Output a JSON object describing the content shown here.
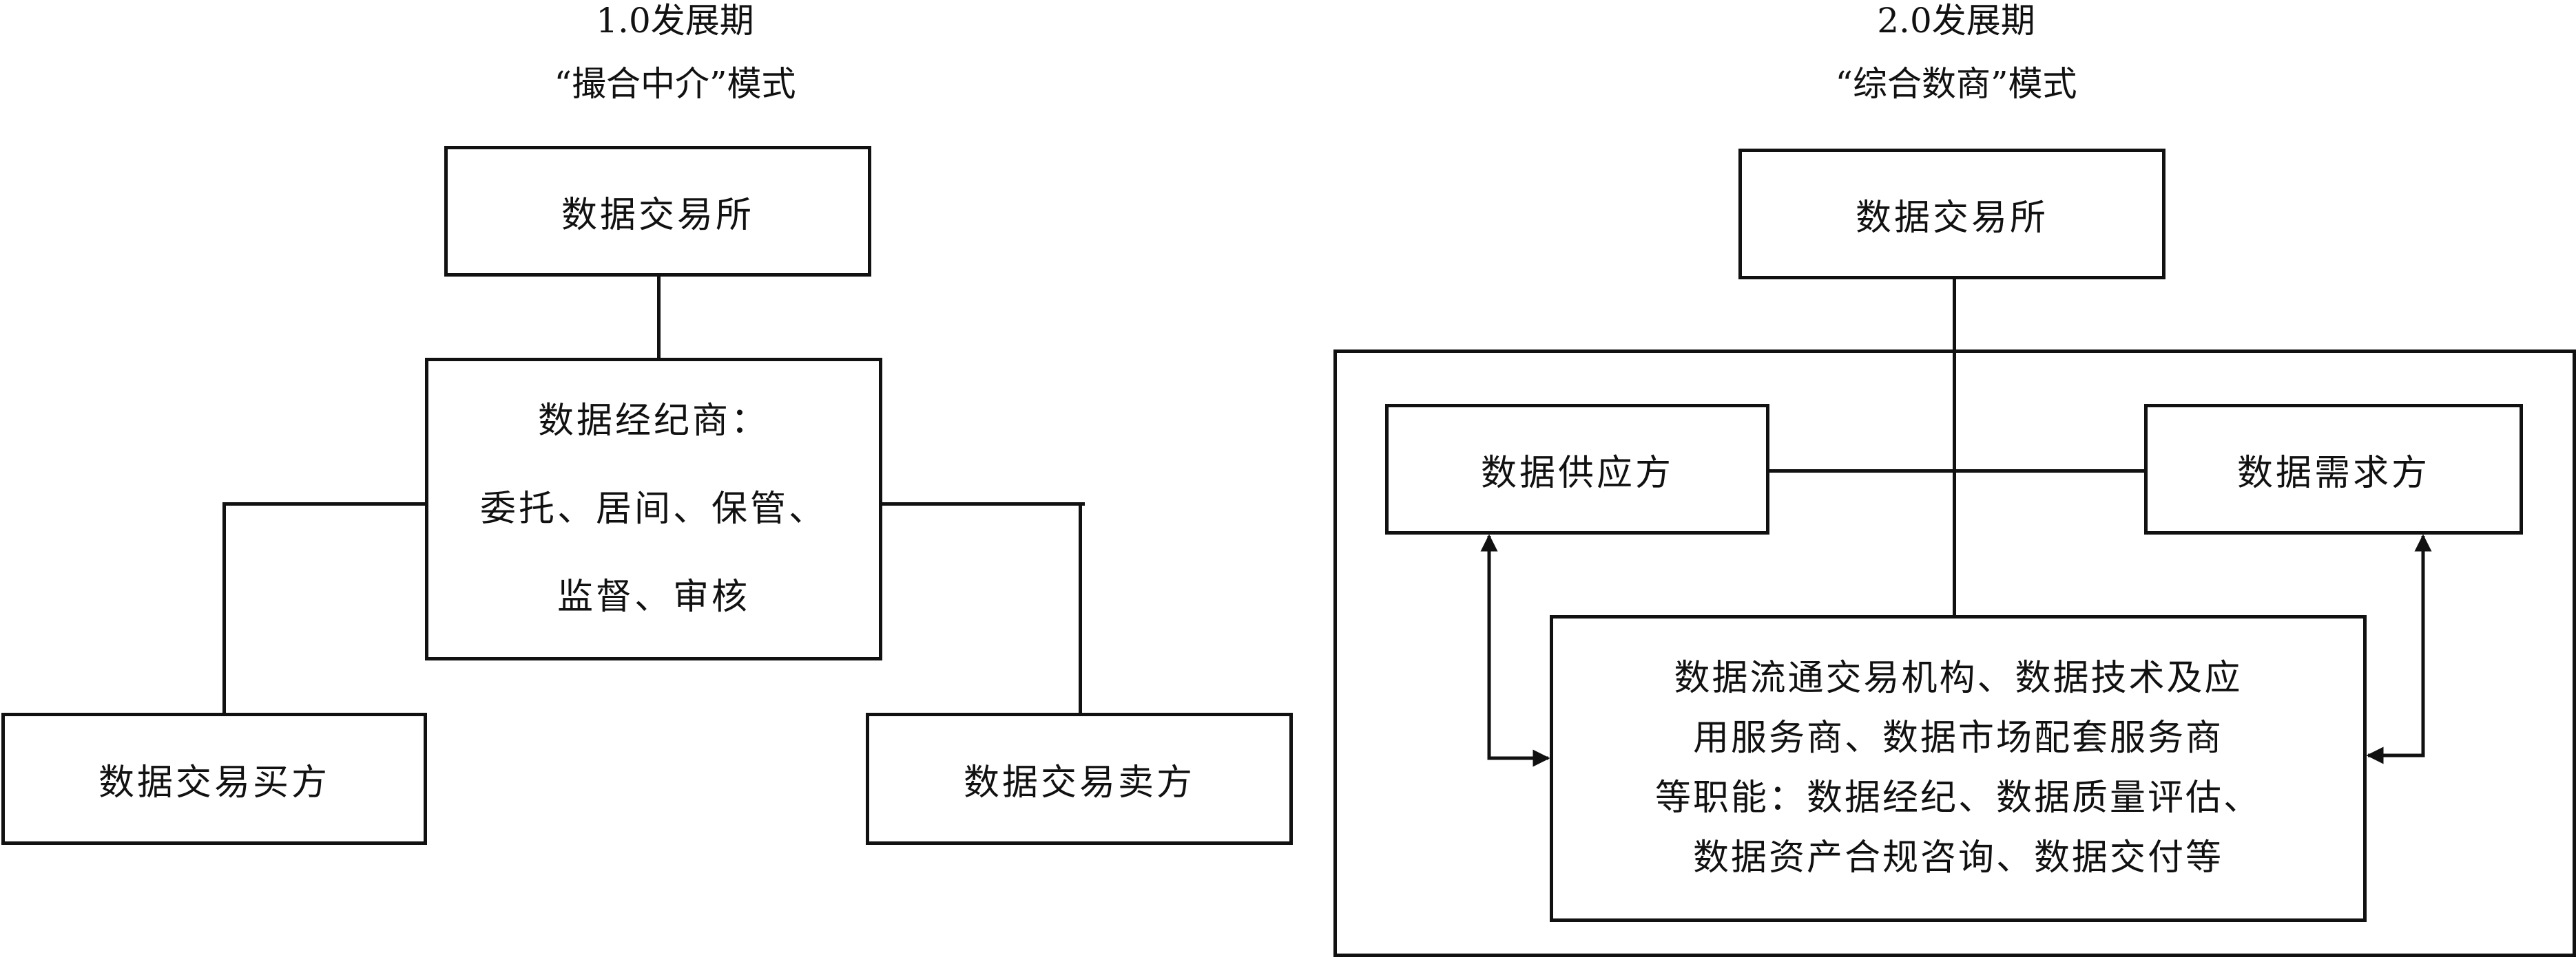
{
  "left": {
    "heading": {
      "period": "1.0发展期",
      "mode": "“撮合中介”模式"
    },
    "exchange_label": "数据交易所",
    "broker": {
      "title": "数据经纪商：",
      "line2": "委托、居间、保管、",
      "line3": "监督、审核"
    },
    "buyer_label": "数据交易买方",
    "seller_label": "数据交易卖方"
  },
  "right": {
    "heading": {
      "period": "2.0发展期",
      "mode": "“综合数商”模式"
    },
    "exchange_label": "数据交易所",
    "supplier_label": "数据供应方",
    "demander_label": "数据需求方",
    "services": [
      "数据流通交易机构、数据技术及应",
      "用服务商、数据市场配套服务商",
      "等职能：数据经纪、数据质量评估、",
      "数据资产合规咨询、数据交付等"
    ]
  }
}
